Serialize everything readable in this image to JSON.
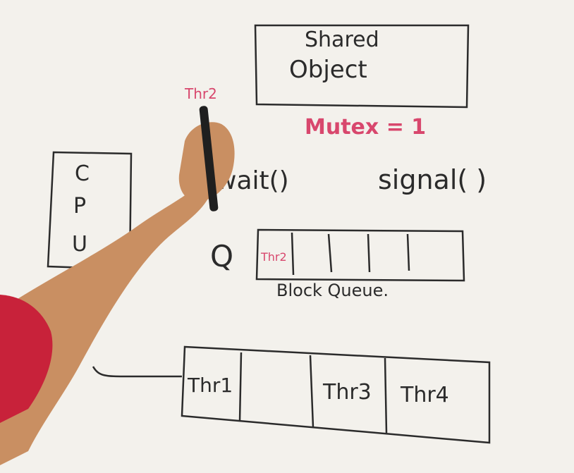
{
  "board": {
    "shared_object": {
      "line1": "Shared",
      "line2": "Object"
    },
    "mutex": "Mutex = 1",
    "thread_label_on_marker": "Thr2",
    "cpu": {
      "c": "C",
      "p": "P",
      "u": "U"
    },
    "wait": "wait()",
    "signal": "signal( )",
    "queue": {
      "label": "Q",
      "slot1": "Thr2",
      "caption": "Block Queue."
    },
    "threads": {
      "slot1": "Thr1",
      "slot3": "Thr3",
      "slot4": "Thr4"
    }
  },
  "colors": {
    "whiteboard": "#f3f1ec",
    "ink": "#2b2b2b",
    "red_ink": "#d8476d",
    "shirt": "#c8223a",
    "skin": "#c98f62"
  }
}
